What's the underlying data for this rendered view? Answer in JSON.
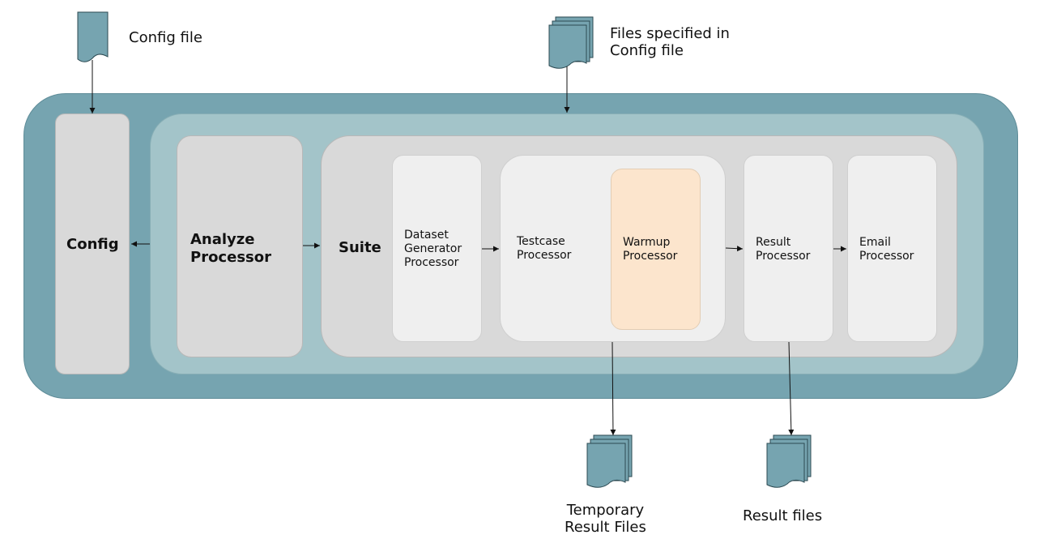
{
  "inputs": {
    "config_file": "Config file",
    "files_specified": "Files specified in\nConfig file"
  },
  "blocks": {
    "config": "Config",
    "analyze_processor": "Analyze\nProcessor",
    "suite": "Suite",
    "dataset_generator_processor": "Dataset\nGenerator\nProcessor",
    "testcase_processor": "Testcase\nProcessor",
    "warmup_processor": "Warmup\nProcessor",
    "result_processor": "Result\nProcessor",
    "email_processor": "Email\nProcessor"
  },
  "outputs": {
    "temporary_result_files": "Temporary\nResult Files",
    "result_files": "Result files"
  },
  "colors": {
    "outer_container": "#76a4b0",
    "middle_container": "#a3c4c9",
    "block_gray": "#d9d9d9",
    "block_light": "#efefef",
    "warmup_highlight": "#fce5cd",
    "document_icon": "#76a4b0"
  },
  "icons": {
    "config_file": "document-icon",
    "files_specified": "document-stack-icon",
    "temporary_result_files": "document-stack-icon",
    "result_files": "document-stack-icon"
  }
}
